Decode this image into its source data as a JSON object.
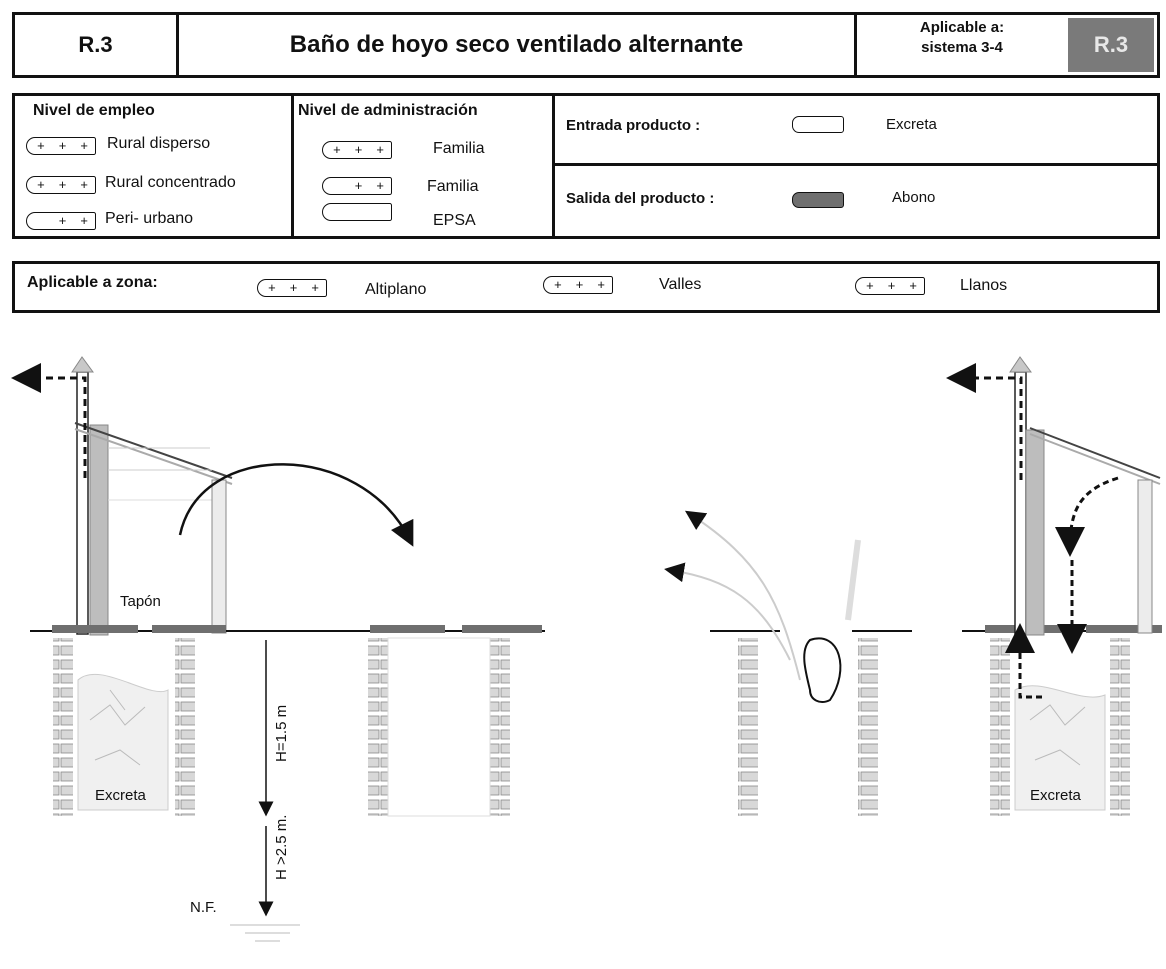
{
  "header": {
    "code": "R.3",
    "title": "Baño de hoyo seco ventilado alternante",
    "applicable_label_line1": "Aplicable a:",
    "applicable_label_line2": "sistema 3-4",
    "badge": "R.3",
    "badge_color": "#7a7a7a"
  },
  "nivel_empleo": {
    "heading": "Nivel de empleo",
    "items": [
      {
        "rating": "+ + +",
        "label": "Rural disperso"
      },
      {
        "rating": "+ + +",
        "label": "Rural concentrado"
      },
      {
        "rating": "+ +",
        "label": "Peri- urbano"
      }
    ]
  },
  "nivel_administracion": {
    "heading": "Nivel de administración",
    "items": [
      {
        "rating": "+ + +",
        "label": "Familia"
      },
      {
        "rating": "+ +",
        "label": "Familia"
      },
      {
        "rating": "",
        "label": "EPSA"
      }
    ]
  },
  "productos": {
    "entrada_label": "Entrada producto :",
    "entrada_value": "Excreta",
    "salida_label": "Salida del producto :",
    "salida_value": "Abono",
    "salida_swatch_color": "#6f6f6f"
  },
  "zona": {
    "heading": "Aplicable a zona:",
    "items": [
      {
        "rating": "+ + +",
        "label": "Altiplano"
      },
      {
        "rating": "+ + +",
        "label": "Valles"
      },
      {
        "rating": "+ + +",
        "label": "Llanos"
      }
    ]
  },
  "diagram": {
    "tapon": "Tapón",
    "excreta_left": "Excreta",
    "excreta_right": "Excreta",
    "h1": "H=1.5 m",
    "h2": "H >2.5 m.",
    "nf": "N.F."
  }
}
